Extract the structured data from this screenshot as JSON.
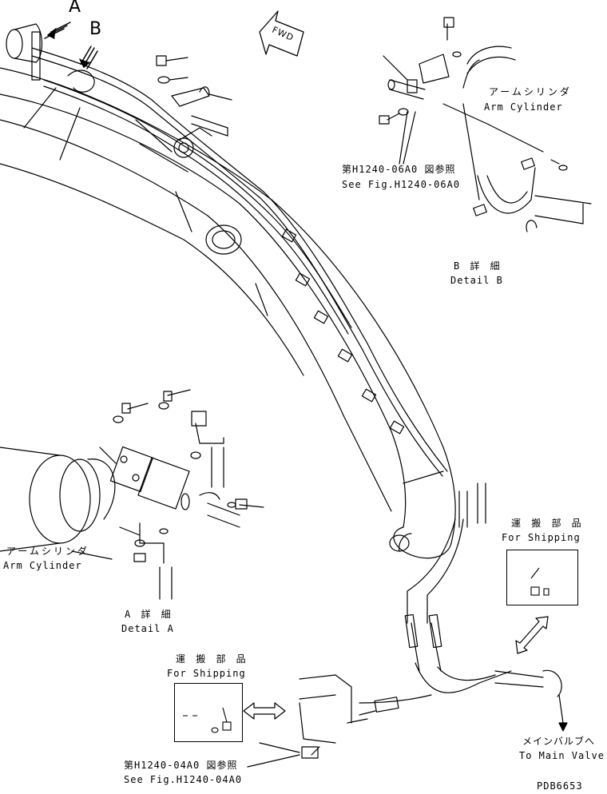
{
  "callouts": {
    "a": "A",
    "b": "B",
    "fwd": "FWD"
  },
  "detail_b": {
    "arm_cylinder_jp": "アームシリンダ",
    "arm_cylinder_en": "Arm Cylinder",
    "ref_jp": "第H1240-06A0 図参照",
    "ref_en": "See Fig.H1240-06A0",
    "title_jp": "B 詳 細",
    "title_en": "Detail B"
  },
  "detail_a": {
    "arm_cylinder_jp": "アームシリンダ",
    "arm_cylinder_en": "Arm Cylinder",
    "title_jp": "A 詳 細",
    "title_en": "Detail A"
  },
  "shipping_right": {
    "jp": "運 搬 部 品",
    "en": "For Shipping"
  },
  "shipping_left": {
    "jp": "運 搬 部 品",
    "en": "For Shipping"
  },
  "main_valve": {
    "jp": "メインバルブへ",
    "en": "To Main Valve"
  },
  "bottom_ref": {
    "jp": "第H1240-04A0 図参照",
    "en": "See Fig.H1240-04A0"
  },
  "drawing_code": "PDB6653"
}
